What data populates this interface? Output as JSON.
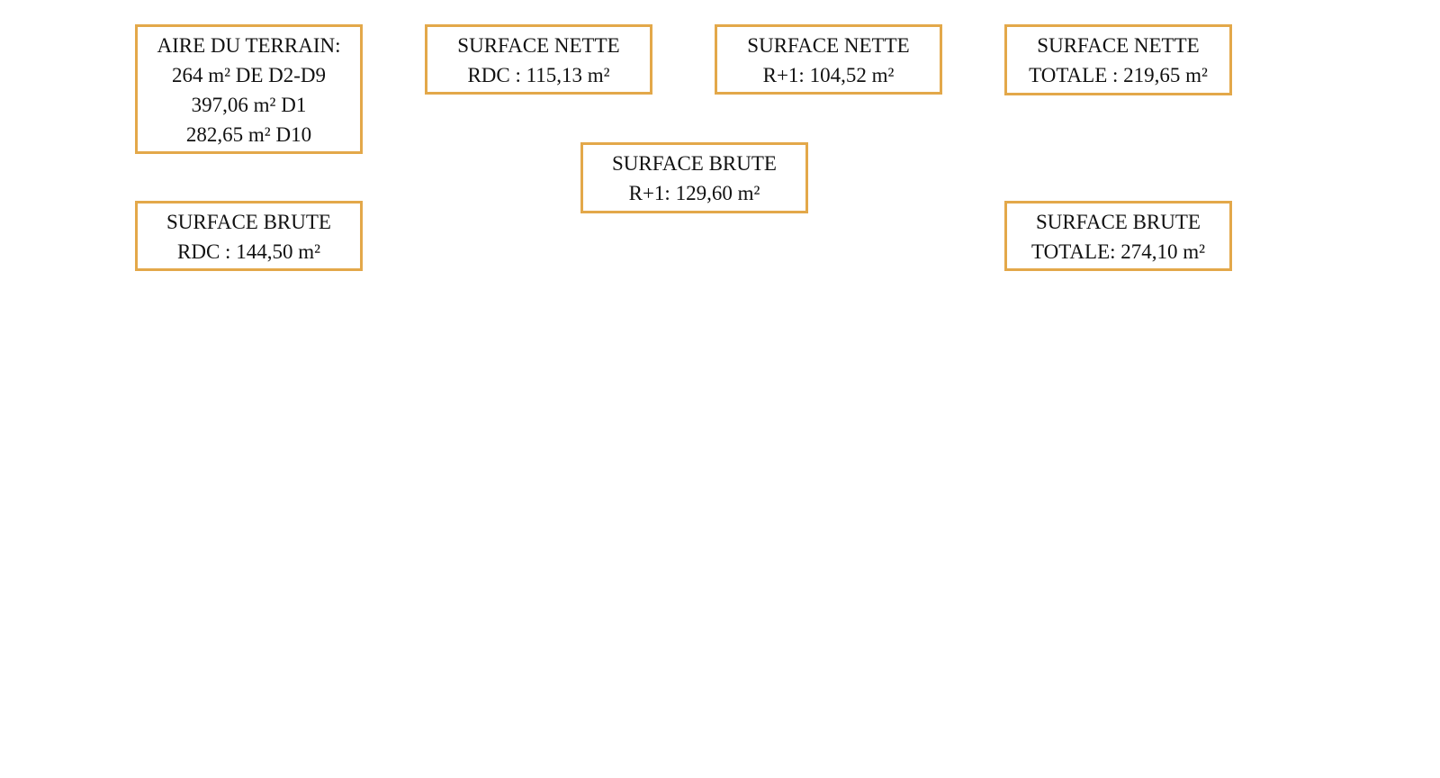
{
  "accent_color": "#e3a84a",
  "boxes": {
    "terrain": {
      "lines": [
        "AIRE DU TERRAIN:",
        "264  m² DE D2-D9",
        "397,06 m² D1",
        "282,65 m² D10"
      ]
    },
    "nette_rdc": {
      "lines": [
        "SURFACE NETTE",
        "RDC : 115,13 m²"
      ]
    },
    "nette_r1": {
      "lines": [
        "SURFACE NETTE",
        "R+1: 104,52 m²"
      ]
    },
    "nette_totale": {
      "lines": [
        "SURFACE NETTE",
        "TOTALE : 219,65 m²"
      ]
    },
    "brute_r1": {
      "lines": [
        "SURFACE BRUTE",
        "R+1: 129,60 m²"
      ]
    },
    "brute_rdc": {
      "lines": [
        "SURFACE BRUTE",
        "RDC : 144,50 m²"
      ]
    },
    "brute_totale": {
      "lines": [
        "SURFACE BRUTE",
        "TOTALE: 274,10  m²"
      ]
    }
  }
}
